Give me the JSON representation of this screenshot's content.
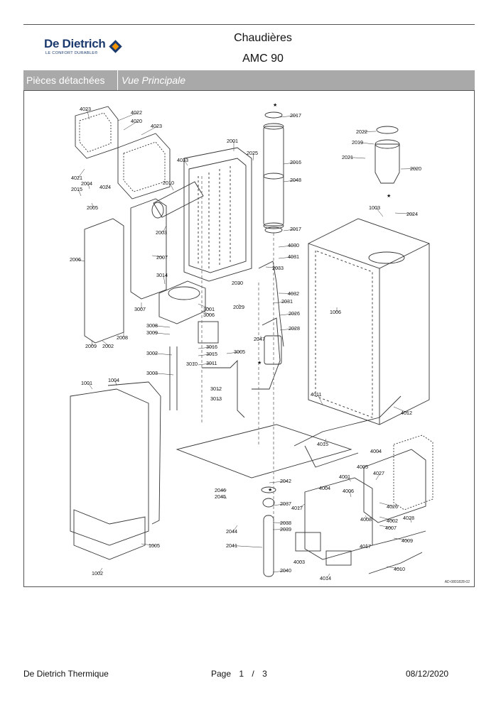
{
  "header": {
    "brand": "De Dietrich",
    "tagline": "LE CONFORT DURABLE®",
    "title_line1": "Chaudières",
    "title_line2": "AMC 90"
  },
  "band": {
    "section": "Pièces détachées",
    "view": "Vue Principale"
  },
  "diagram": {
    "drawing_ref": "AD-0801828-02",
    "marker": "★",
    "labels": [
      "4023",
      "4022",
      "4020",
      "4023",
      "4021",
      "2004",
      "2015",
      "4024",
      "2005",
      "2010",
      "2003",
      "4033",
      "2001",
      "2025",
      "2017",
      "2016",
      "2048",
      "2017",
      "2022",
      "2019",
      "2021",
      "2020",
      "1003",
      "2024",
      "2007",
      "2006",
      "3014",
      "3007",
      "2008",
      "2009",
      "2002",
      "3001",
      "3006",
      "3008",
      "3009",
      "3002",
      "3003",
      "3016",
      "3015",
      "3010",
      "3011",
      "3005",
      "3012",
      "3013",
      "4030",
      "4031",
      "2033",
      "2030",
      "4032",
      "2031",
      "2029",
      "2026",
      "2028",
      "2047",
      "1006",
      "4011",
      "4012",
      "4015",
      "4004",
      "4005",
      "4027",
      "4001",
      "4026",
      "4006",
      "4004",
      "4017",
      "4002",
      "4008",
      "4007",
      "4028",
      "4009",
      "4017",
      "4003",
      "4014",
      "4010",
      "1001",
      "1004",
      "1005",
      "1002",
      "2046",
      "2045",
      "2042",
      "2037",
      "2038",
      "2039",
      "2044",
      "2041",
      "2040"
    ]
  },
  "footer": {
    "company": "De Dietrich Thermique",
    "page_label": "Page",
    "page_current": "1",
    "page_sep": "/",
    "page_total": "3",
    "date": "08/12/2020"
  }
}
